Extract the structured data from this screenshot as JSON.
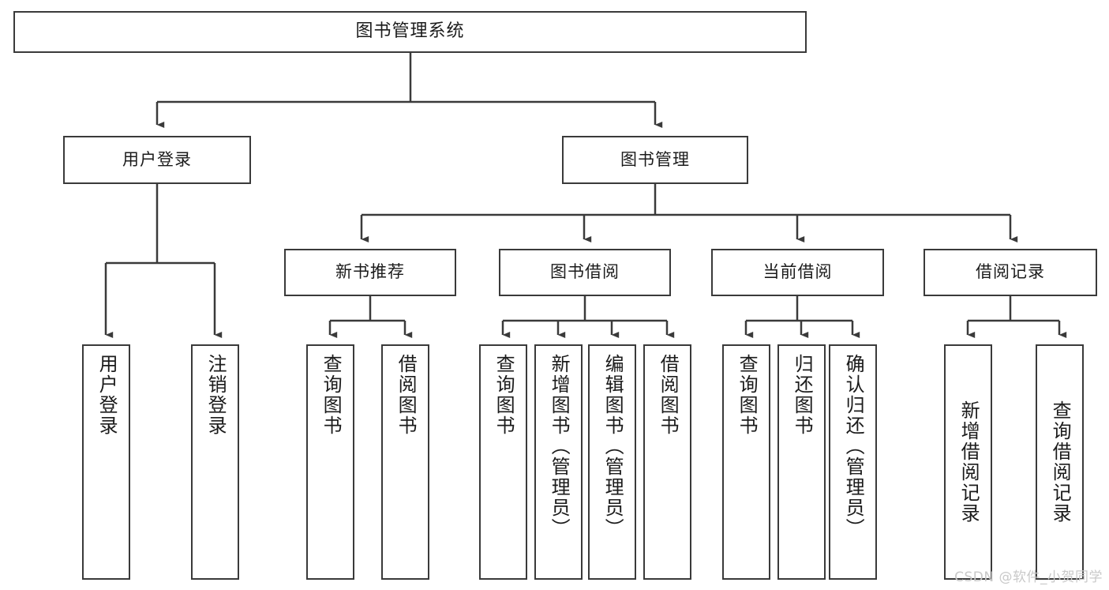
{
  "diagram": {
    "type": "tree",
    "title": "图书管理系统",
    "watermark": "CSDN @软件_小贺同学",
    "colors": {
      "stroke": "#3a3a3a",
      "box_fill": "#ffffff",
      "text": "#1b1b1b",
      "watermark": "#c9c9c9"
    },
    "root": {
      "label": "图书管理系统"
    },
    "level1": [
      {
        "label": "用户登录"
      },
      {
        "label": "图书管理"
      }
    ],
    "level2": [
      {
        "label": "新书推荐"
      },
      {
        "label": "图书借阅"
      },
      {
        "label": "当前借阅"
      },
      {
        "label": "借阅记录"
      }
    ],
    "leaves": {
      "user_login": [
        {
          "label": "用户登录"
        },
        {
          "label": "注销登录"
        }
      ],
      "new_book_recommend": [
        {
          "label": "查询图书"
        },
        {
          "label": "借阅图书"
        }
      ],
      "book_borrow": [
        {
          "label": "查询图书"
        },
        {
          "label": "新增图书（管理员）"
        },
        {
          "label": "编辑图书（管理员）"
        },
        {
          "label": "借阅图书"
        }
      ],
      "current_borrow": [
        {
          "label": "查询图书"
        },
        {
          "label": "归还图书"
        },
        {
          "label": "确认归还（管理员）"
        }
      ],
      "borrow_record": [
        {
          "label": "新增借阅记录"
        },
        {
          "label": "查询借阅记录"
        }
      ]
    }
  }
}
